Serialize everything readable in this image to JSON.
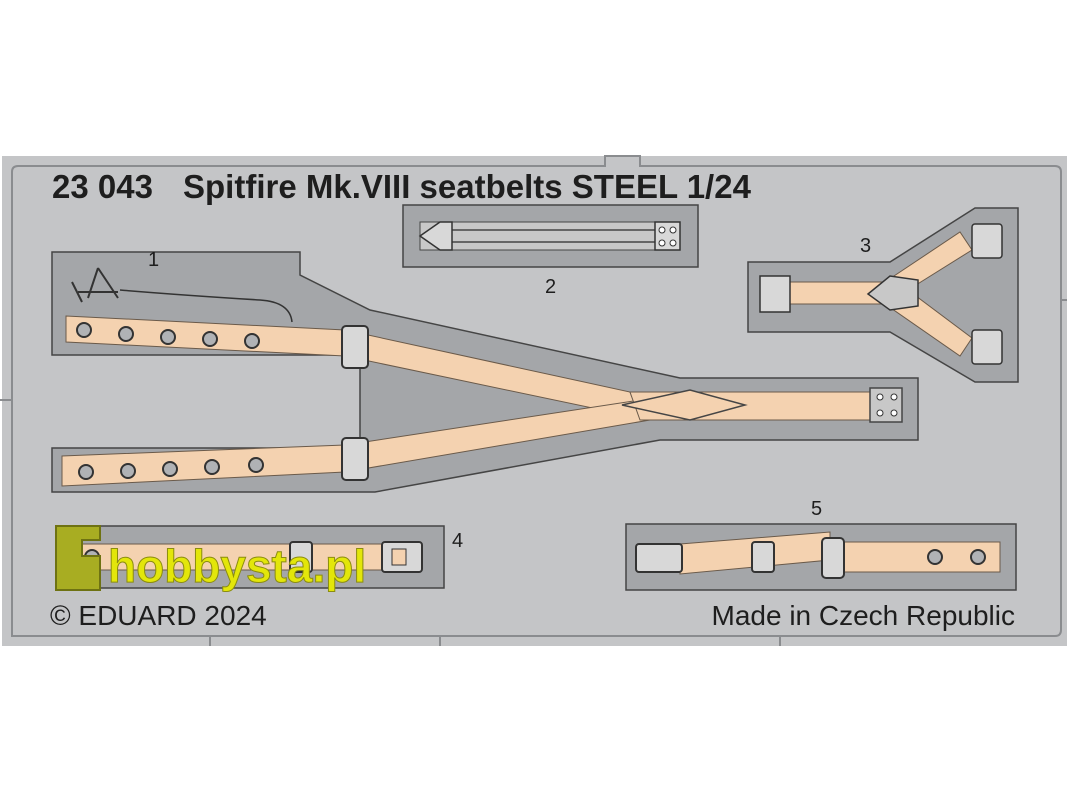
{
  "sheet": {
    "product_code": "23 043",
    "product_name": "Spitfire Mk.VIII seatbelts STEEL 1/24",
    "copyright": "© EDUARD 2024",
    "origin": "Made in Czech Republic"
  },
  "parts": [
    {
      "label": "1"
    },
    {
      "label": "2"
    },
    {
      "label": "3"
    },
    {
      "label": "4"
    },
    {
      "label": "5"
    }
  ],
  "watermark": {
    "text": "hobbysta.pl"
  },
  "colors": {
    "fret": "#c4c5c7",
    "panel": "#a4a6a9",
    "belt": "#f4d2b0",
    "outline": "#454545",
    "watermark": "#e3e60a"
  }
}
